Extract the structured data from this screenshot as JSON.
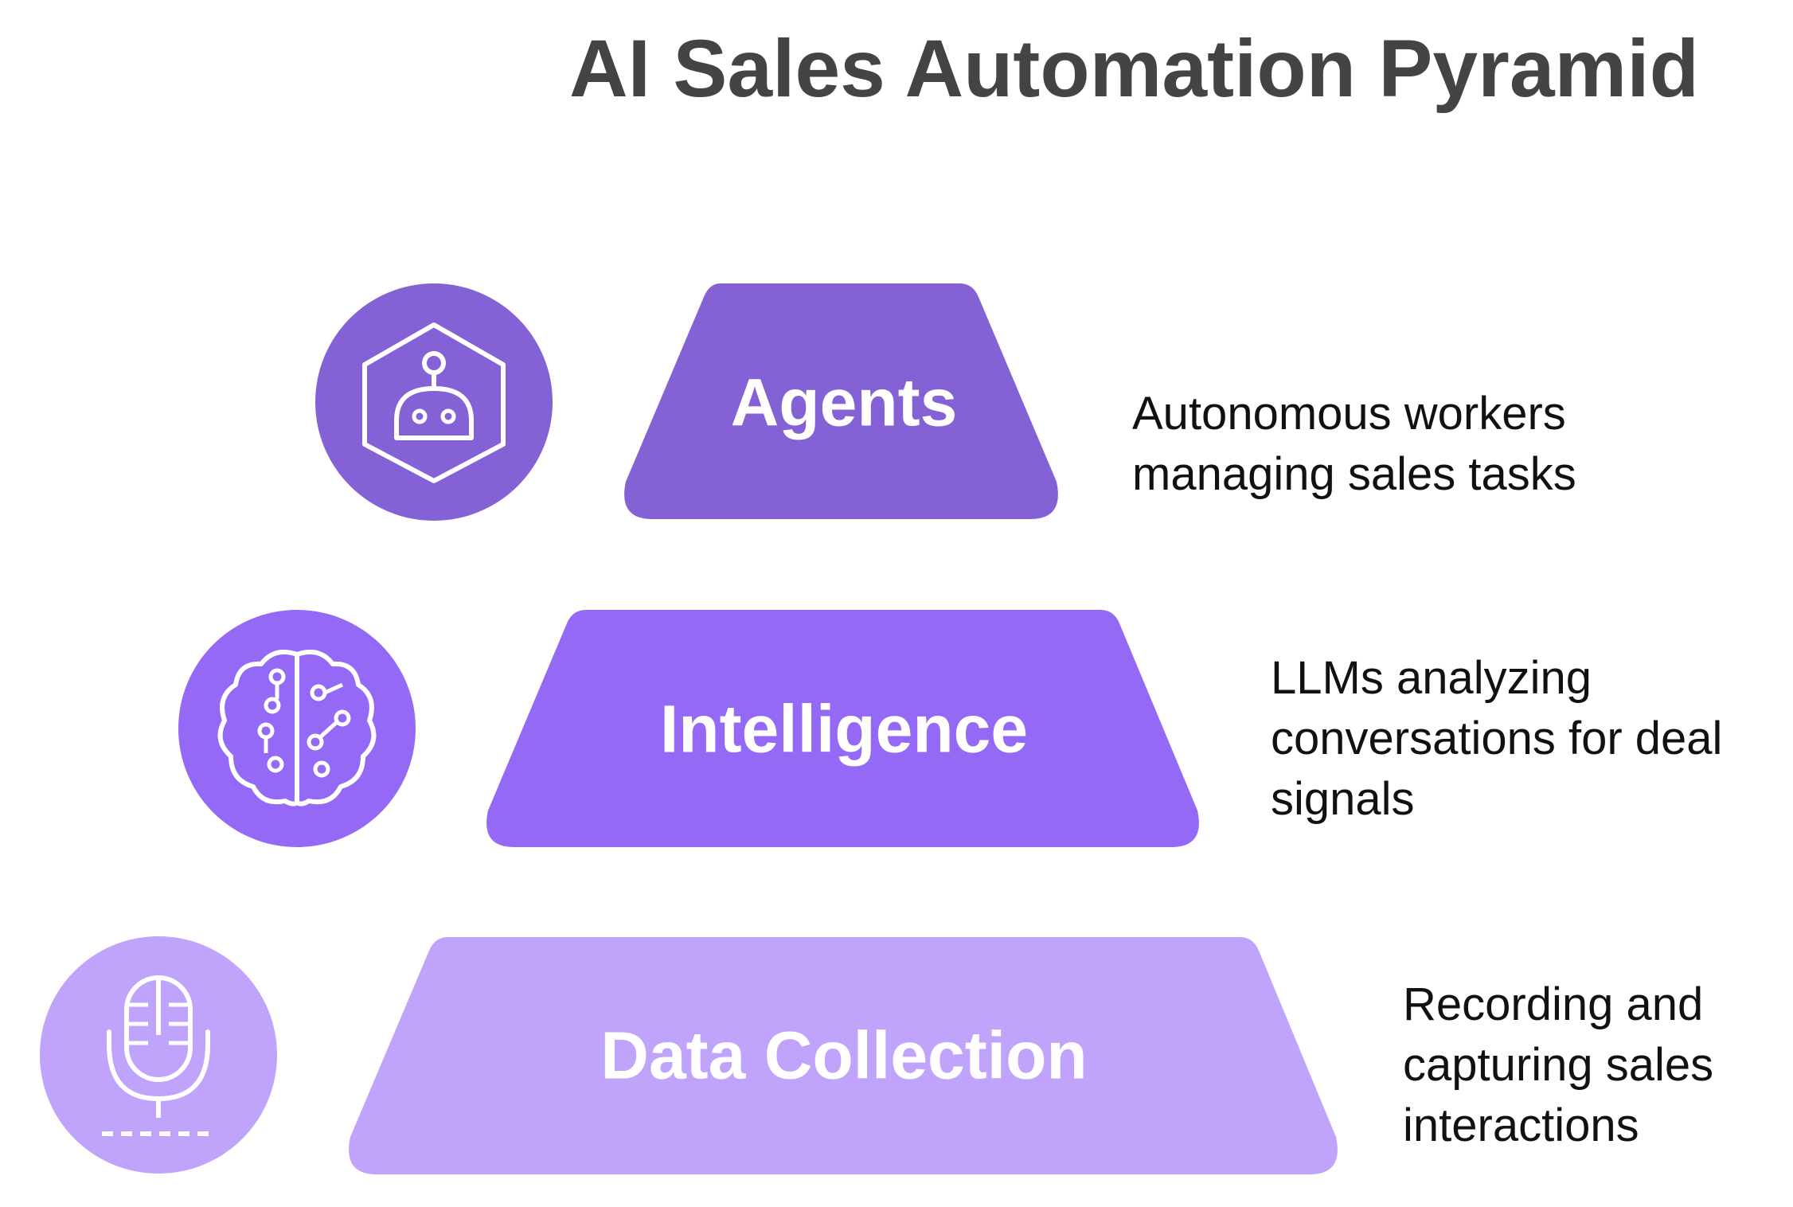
{
  "title": "AI Sales Automation Pyramid",
  "colors": {
    "tier_top": "#8561d6",
    "tier_middle": "#9369f5",
    "tier_bottom": "#c0a3fb",
    "title_text": "#444444",
    "label_text": "#ffffff"
  },
  "tiers": [
    {
      "label": "Agents",
      "icon": "robot-hexagon-icon",
      "description": [
        "Autonomous workers",
        "managing sales tasks"
      ]
    },
    {
      "label": "Intelligence",
      "icon": "brain-circuit-icon",
      "description": [
        "LLMs analyzing",
        "conversations for deal",
        "signals"
      ]
    },
    {
      "label": "Data Collection",
      "icon": "microphone-icon",
      "description": [
        "Recording and",
        "capturing sales",
        "interactions"
      ]
    }
  ]
}
